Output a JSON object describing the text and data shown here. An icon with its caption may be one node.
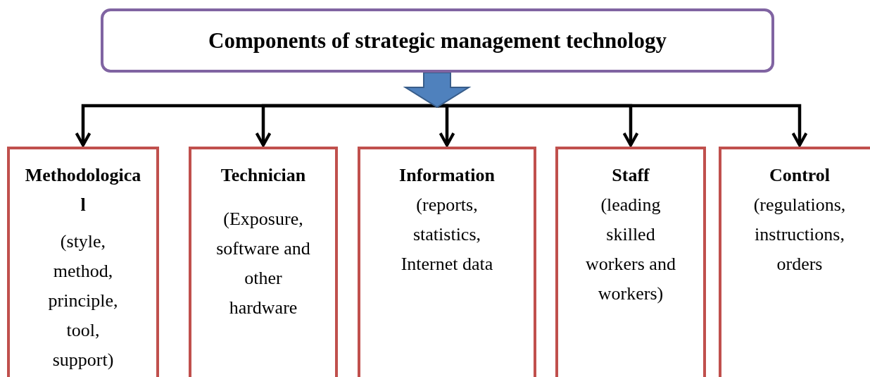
{
  "diagram": {
    "nodes": [
      {
        "text": [
          "Components of strategic management technology"
        ]
      },
      {
        "text": [
          "Methodological",
          "(style, method, principle, tool, support)"
        ]
      },
      {
        "text": [
          "Technician",
          "(Exposure, software and other hardware"
        ]
      },
      {
        "text": [
          "Information",
          "(reports, statistics, Internet data"
        ]
      },
      {
        "text": [
          "Staff",
          "(leading skilled workers and workers)"
        ]
      },
      {
        "text": [
          "Control",
          "(regulations, instructions, orders"
        ]
      }
    ],
    "edges": [
      {
        "from": 0,
        "to": 1,
        "arrow": "to"
      },
      {
        "from": 0,
        "to": 2,
        "arrow": "to"
      },
      {
        "from": 0,
        "to": 3,
        "arrow": "to"
      },
      {
        "from": 0,
        "to": 4,
        "arrow": "to"
      },
      {
        "from": 0,
        "to": 5,
        "arrow": "to"
      }
    ]
  }
}
